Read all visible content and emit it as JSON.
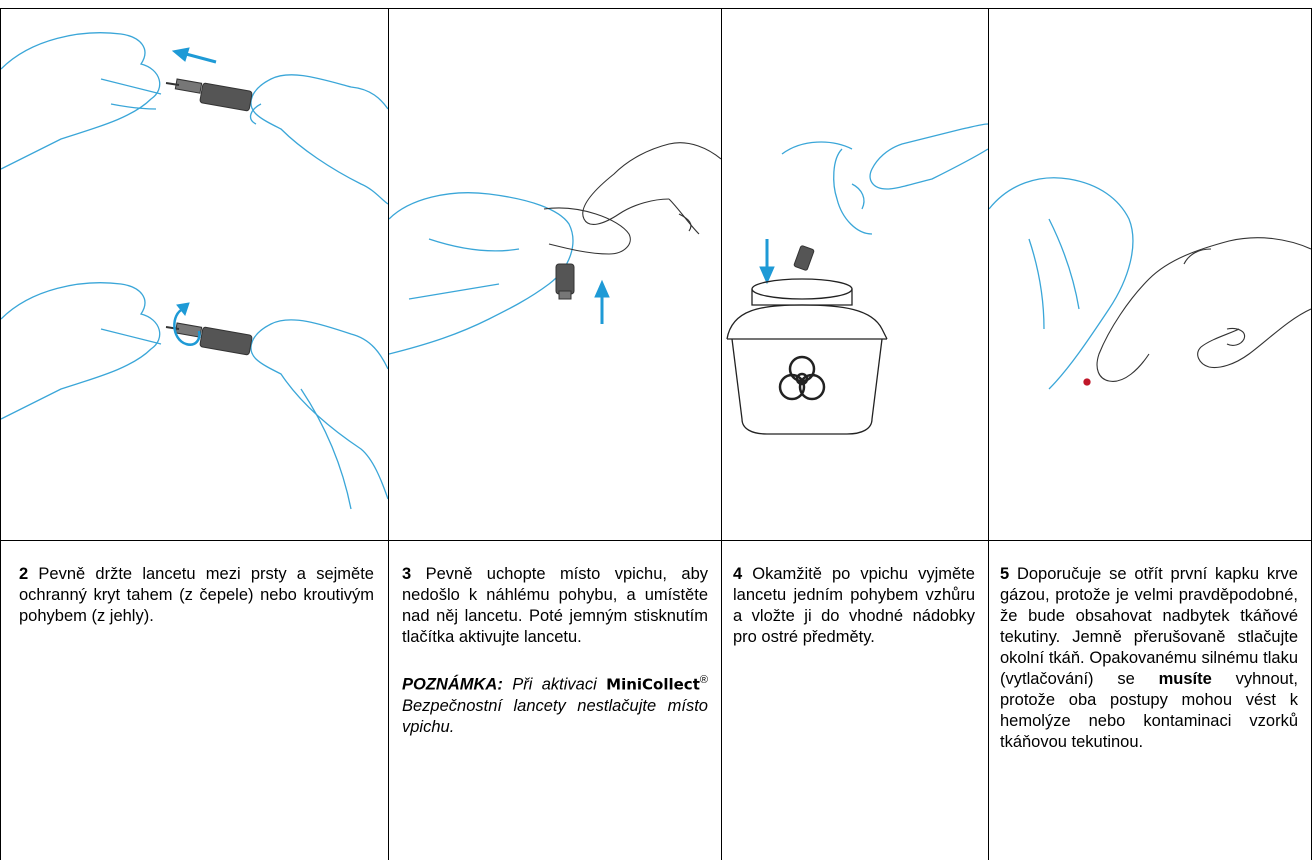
{
  "steps": [
    {
      "num": "2",
      "text": "Pevně držte lancetu mezi prsty a sejměte ochranný kryt tahem (z čepele) nebo kroutivým pohybem (z jehly)."
    },
    {
      "num": "3",
      "text": "Pevně uchopte místo vpichu, aby nedošlo k náhlému pohybu, a umístěte nad něj lancetu. Poté jemným stisknutím tlačítka aktivujte lancetu.",
      "note_label": "POZNÁMKA:",
      "note_pre": "Při aktivaci",
      "note_brand": "MiniCollect",
      "note_reg": "®",
      "note_post": "Bezpečnostní lancety nestlačujte místo vpichu."
    },
    {
      "num": "4",
      "text": "Okamžitě po vpichu vyjměte lancetu jedním pohybem vzhůru a vložte ji do vhodné nádobky pro ostré předměty."
    },
    {
      "num": "5",
      "text_pre": "Doporučuje se otřít první kapku krve gázou, protože je velmi pravděpodobné, že bude obsahovat nadbytek tkáňové tekutiny. Jemně přerušovaně stlačujte okolní tkáň. Opakovanému silnému tlaku (vytlačování) se",
      "text_bold": "musíte",
      "text_post": "vyhnout, protože oba postupy mohou vést k hemolýze nebo kontaminaci vzorků tkáňovou tekutinou."
    }
  ],
  "icons": [
    "glove-hand-illustration",
    "lancet-illustration",
    "blue-arrow-icon",
    "sharps-container-illustration",
    "biohazard-icon",
    "blood-drop-illustration"
  ],
  "colors": {
    "arrow": "#1e9ad6",
    "glove_line": "#3aa6d8",
    "lancet": "#555555",
    "blood": "#c0182a",
    "container_line": "#222222"
  }
}
